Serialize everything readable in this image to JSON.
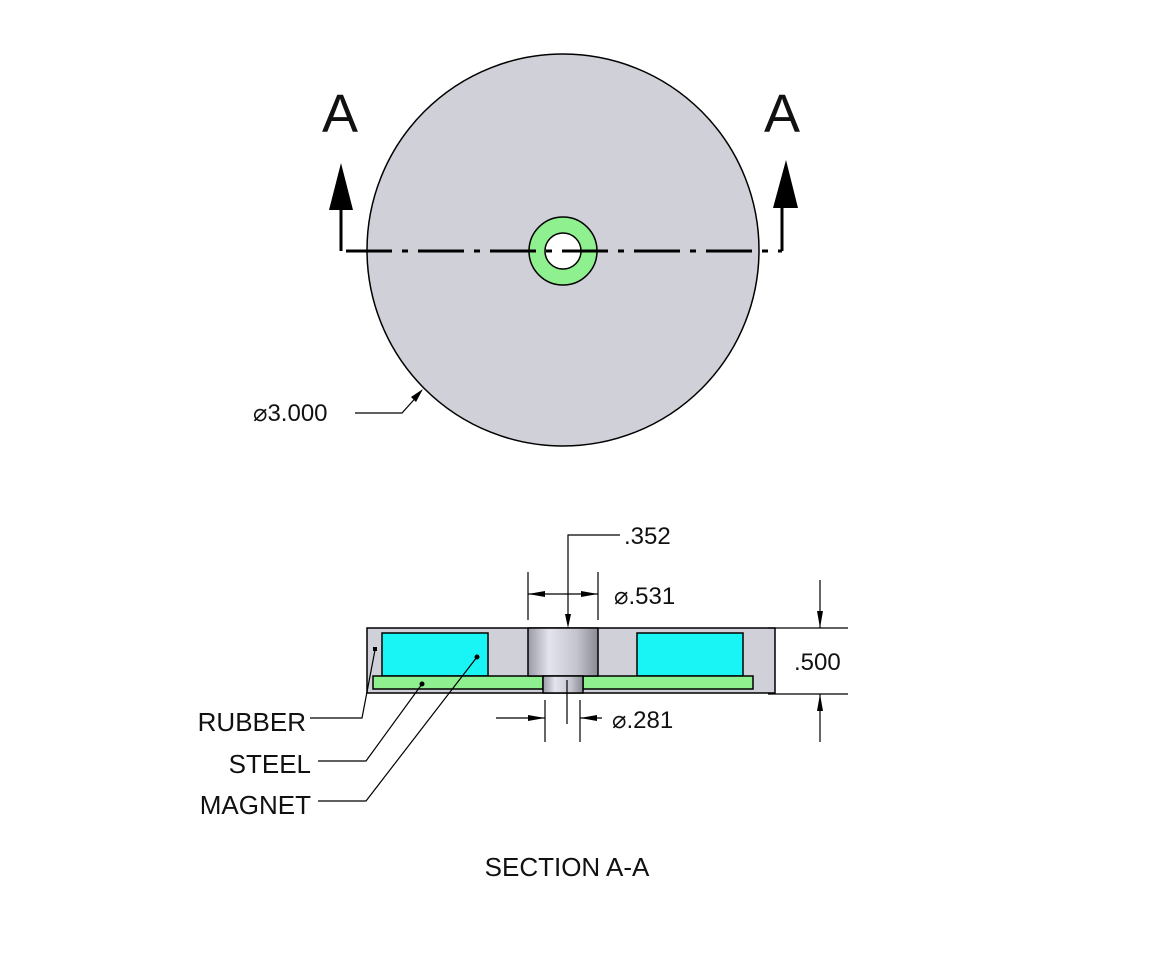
{
  "drawing": {
    "top_view": {
      "section_markers": [
        "A",
        "A"
      ],
      "diameter_callout": "⌀3.000"
    },
    "section_view": {
      "dimensions": {
        "counterbore_depth": ".352",
        "counterbore_diameter": "⌀.531",
        "through_hole_diameter": "⌀.281",
        "overall_height": ".500"
      },
      "material_callouts": [
        "RUBBER",
        "STEEL",
        "MAGNET"
      ],
      "title": "SECTION A-A"
    },
    "colors": {
      "rubber": "#d0d0d8",
      "magnet": "#19f5f5",
      "steel": "#8ff08f",
      "line": "#000000"
    }
  }
}
